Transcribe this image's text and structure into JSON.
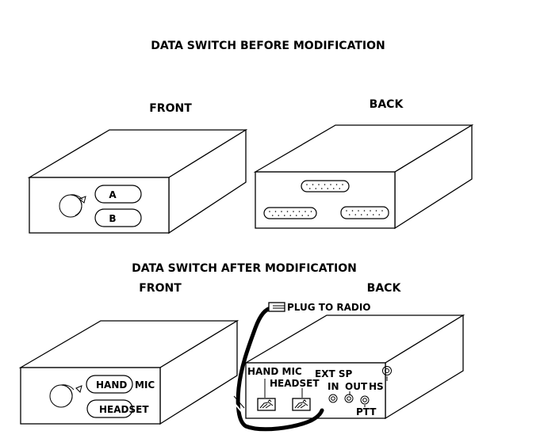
{
  "diagram": {
    "before": {
      "title": "DATA SWITCH BEFORE MODIFICATION",
      "front": {
        "label": "FRONT",
        "buttons": [
          "A",
          "B"
        ],
        "knob": "selector-knob"
      },
      "back": {
        "label": "BACK",
        "connectors": [
          "db25-top",
          "db25-left",
          "db25-right"
        ]
      }
    },
    "after": {
      "title": "DATA SWITCH AFTER MODIFICATION",
      "front": {
        "label": "FRONT",
        "buttons": [
          "HAND",
          "HEADSET"
        ],
        "button_suffix": "MIC",
        "knob": "selector-knob"
      },
      "back": {
        "label": "BACK",
        "plug_label": "PLUG TO RADIO",
        "jack_labels": {
          "hand_mic": "HAND MIC",
          "headset": "HEADSET",
          "ext_sp": "EXT SP",
          "in": "IN",
          "out": "OUT",
          "hs": "HS",
          "ptt": "PTT"
        }
      }
    }
  }
}
